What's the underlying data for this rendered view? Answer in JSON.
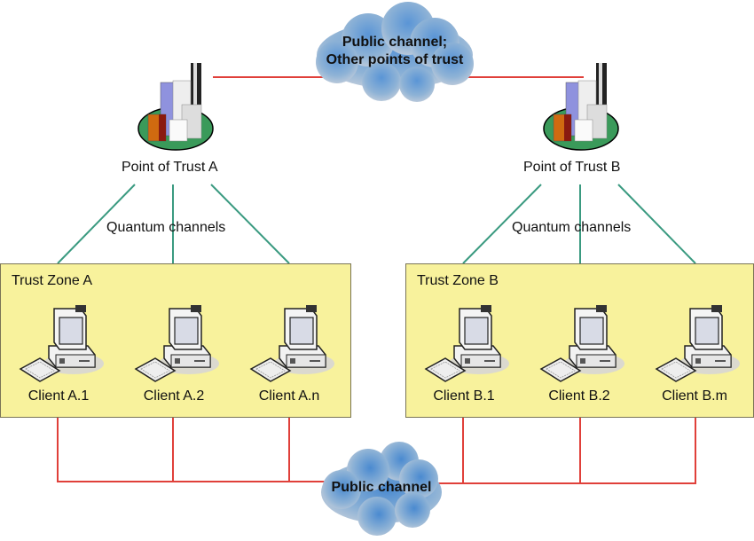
{
  "diagram": {
    "top_cloud": {
      "line1": "Public channel;",
      "line2": "Other points of trust"
    },
    "bottom_cloud": {
      "label": "Public channel"
    },
    "points_of_trust": [
      {
        "label": "Point of Trust A",
        "quantum_label": "Quantum channels"
      },
      {
        "label": "Point of Trust B",
        "quantum_label": "Quantum channels"
      }
    ],
    "zones": [
      {
        "title": "Trust Zone A",
        "clients": [
          "Client A.1",
          "Client A.2",
          "Client A.n"
        ]
      },
      {
        "title": "Trust Zone B",
        "clients": [
          "Client B.1",
          "Client B.2",
          "Client B.m"
        ]
      }
    ],
    "colors": {
      "public_channel": "#e0403a",
      "quantum_channel": "#3a9a80",
      "zone_fill": "#f8f29c",
      "cloud": "#7fa8d6"
    }
  }
}
